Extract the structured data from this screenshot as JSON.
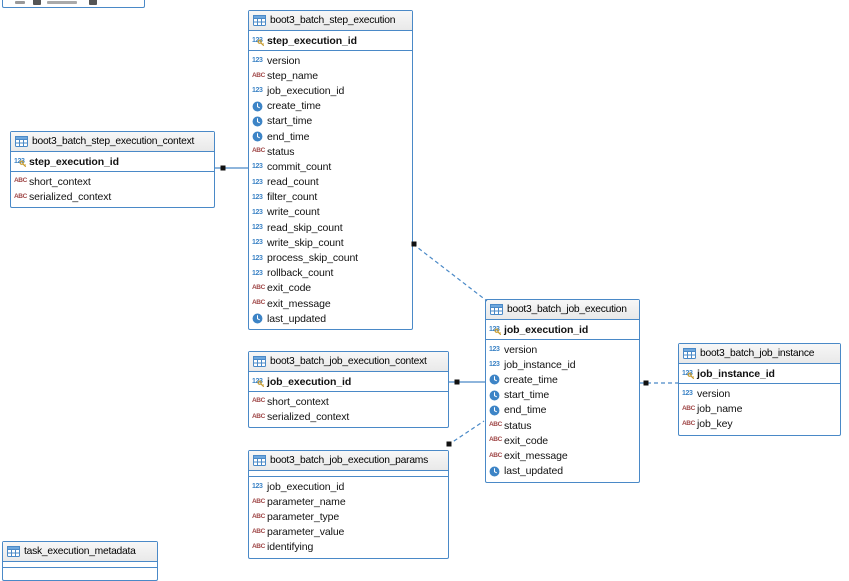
{
  "diagram": {
    "tables": [
      {
        "id": "step_execution",
        "title": "boot3_batch_step_execution",
        "primary_key": [
          {
            "name": "step_execution_id",
            "type": "number"
          }
        ],
        "columns": [
          {
            "name": "version",
            "type": "number"
          },
          {
            "name": "step_name",
            "type": "string"
          },
          {
            "name": "job_execution_id",
            "type": "number"
          },
          {
            "name": "create_time",
            "type": "datetime"
          },
          {
            "name": "start_time",
            "type": "datetime"
          },
          {
            "name": "end_time",
            "type": "datetime"
          },
          {
            "name": "status",
            "type": "string"
          },
          {
            "name": "commit_count",
            "type": "number"
          },
          {
            "name": "read_count",
            "type": "number"
          },
          {
            "name": "filter_count",
            "type": "number"
          },
          {
            "name": "write_count",
            "type": "number"
          },
          {
            "name": "read_skip_count",
            "type": "number"
          },
          {
            "name": "write_skip_count",
            "type": "number"
          },
          {
            "name": "process_skip_count",
            "type": "number"
          },
          {
            "name": "rollback_count",
            "type": "number"
          },
          {
            "name": "exit_code",
            "type": "string"
          },
          {
            "name": "exit_message",
            "type": "string"
          },
          {
            "name": "last_updated",
            "type": "datetime"
          }
        ]
      },
      {
        "id": "step_execution_context",
        "title": "boot3_batch_step_execution_context",
        "primary_key": [
          {
            "name": "step_execution_id",
            "type": "number"
          }
        ],
        "columns": [
          {
            "name": "short_context",
            "type": "string"
          },
          {
            "name": "serialized_context",
            "type": "string"
          }
        ]
      },
      {
        "id": "job_execution",
        "title": "boot3_batch_job_execution",
        "primary_key": [
          {
            "name": "job_execution_id",
            "type": "number"
          }
        ],
        "columns": [
          {
            "name": "version",
            "type": "number"
          },
          {
            "name": "job_instance_id",
            "type": "number"
          },
          {
            "name": "create_time",
            "type": "datetime"
          },
          {
            "name": "start_time",
            "type": "datetime"
          },
          {
            "name": "end_time",
            "type": "datetime"
          },
          {
            "name": "status",
            "type": "string"
          },
          {
            "name": "exit_code",
            "type": "string"
          },
          {
            "name": "exit_message",
            "type": "string"
          },
          {
            "name": "last_updated",
            "type": "datetime"
          }
        ]
      },
      {
        "id": "job_instance",
        "title": "boot3_batch_job_instance",
        "primary_key": [
          {
            "name": "job_instance_id",
            "type": "number"
          }
        ],
        "columns": [
          {
            "name": "version",
            "type": "number"
          },
          {
            "name": "job_name",
            "type": "string"
          },
          {
            "name": "job_key",
            "type": "string"
          }
        ]
      },
      {
        "id": "job_execution_context",
        "title": "boot3_batch_job_execution_context",
        "primary_key": [
          {
            "name": "job_execution_id",
            "type": "number"
          }
        ],
        "columns": [
          {
            "name": "short_context",
            "type": "string"
          },
          {
            "name": "serialized_context",
            "type": "string"
          }
        ]
      },
      {
        "id": "job_execution_params",
        "title": "boot3_batch_job_execution_params",
        "primary_key": [],
        "columns": [
          {
            "name": "job_execution_id",
            "type": "number"
          },
          {
            "name": "parameter_name",
            "type": "string"
          },
          {
            "name": "parameter_type",
            "type": "string"
          },
          {
            "name": "parameter_value",
            "type": "string"
          },
          {
            "name": "identifying",
            "type": "string"
          }
        ]
      },
      {
        "id": "task_execution_metadata",
        "title": "task_execution_metadata",
        "primary_key": [],
        "columns": []
      }
    ],
    "relationships": [
      {
        "from": "boot3_batch_step_execution_context",
        "to": "boot3_batch_step_execution",
        "line": "solid"
      },
      {
        "from": "boot3_batch_step_execution",
        "to": "boot3_batch_job_execution",
        "line": "dashed"
      },
      {
        "from": "boot3_batch_job_execution_context",
        "to": "boot3_batch_job_execution",
        "line": "solid"
      },
      {
        "from": "boot3_batch_job_execution_params",
        "to": "boot3_batch_job_execution",
        "line": "dashed"
      },
      {
        "from": "boot3_batch_job_execution",
        "to": "boot3_batch_job_instance",
        "line": "dashed"
      }
    ],
    "type_icons": {
      "number": "123",
      "string": "ABC",
      "datetime": "clock-icon",
      "primary_key_badge": "key-icon",
      "table": "table-grid-icon"
    },
    "colors": {
      "table_border": "#4a89c7",
      "header_bg": "#efefef",
      "number_icon": "#3d84c6",
      "string_icon": "#a04848",
      "datetime_icon": "#3d84c6",
      "key_badge": "#c79a2a",
      "relationship_line": "#4a89c7",
      "endpoint_dot": "#111111"
    }
  }
}
